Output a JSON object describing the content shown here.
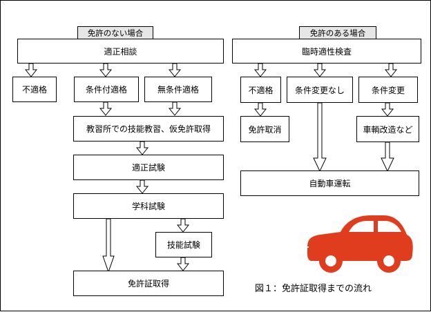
{
  "left": {
    "header": "免許のない場合",
    "consult": "適正相談",
    "unfit": "不適格",
    "conditional": "条件付適格",
    "unconditional": "無条件適格",
    "school": "教習所での技能教習、仮免許取得",
    "aptitude_test": "適正試験",
    "written_test": "学科試験",
    "skill_test": "技能試験",
    "license": "免許証取得"
  },
  "right": {
    "header": "免許のある場合",
    "temp_check": "臨時適性検査",
    "unfit": "不適格",
    "no_change": "条件変更なし",
    "change": "条件変更",
    "revoke": "免許取消",
    "modify": "車輌改造など",
    "driving": "自動車運転"
  },
  "caption": "図１：免許証取得までの流れ",
  "colors": {
    "car": "#e03c1e",
    "tab": "#e6e6e6"
  }
}
